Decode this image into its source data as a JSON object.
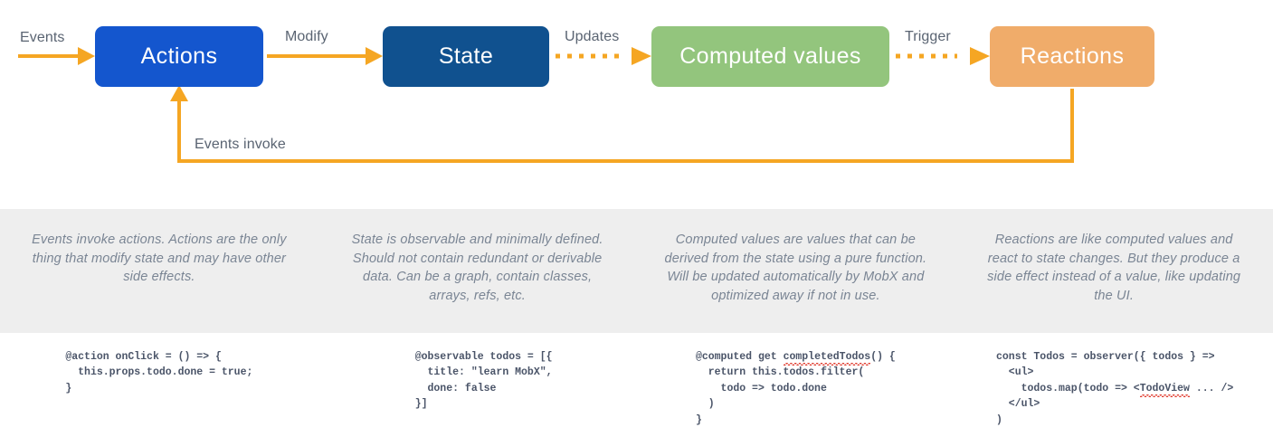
{
  "colors": {
    "actions": "#1456ce",
    "state": "#10518f",
    "computed": "#93c57d",
    "reactions": "#f0ac6a",
    "arrow": "#f5a623",
    "band_background": "#eeeeee",
    "description_text": "#7a8594",
    "edge_label_text": "#5a6472",
    "code_text": "#4a5468",
    "spellcheck_underline": "#e03c2f",
    "page_background": "#ffffff"
  },
  "flow": {
    "nodes": [
      {
        "id": "actions",
        "label": "Actions"
      },
      {
        "id": "state",
        "label": "State"
      },
      {
        "id": "computed",
        "label": "Computed values"
      },
      {
        "id": "reactions",
        "label": "Reactions"
      }
    ],
    "edges": [
      {
        "id": "events",
        "label": "Events",
        "style": "solid"
      },
      {
        "id": "modify",
        "label": "Modify",
        "style": "solid"
      },
      {
        "id": "updates",
        "label": "Updates",
        "style": "dotted"
      },
      {
        "id": "trigger",
        "label": "Trigger",
        "style": "dotted"
      },
      {
        "id": "events-invoke",
        "label": "Events invoke",
        "style": "solid"
      }
    ]
  },
  "descriptions": [
    {
      "id": "actions",
      "text": "Events invoke actions. Actions are the only thing that modify state and may have other side effects."
    },
    {
      "id": "state",
      "text": "State is observable and minimally defined. Should not contain redundant or derivable data. Can be a graph, contain classes, arrays, refs, etc."
    },
    {
      "id": "computed",
      "text": "Computed values are values that can be derived from the state using a pure function. Will be updated automatically by MobX and optimized away if not in use."
    },
    {
      "id": "reactions",
      "text": "Reactions are like computed values and react to state changes. But they produce a side effect instead of a value, like updating the UI."
    }
  ],
  "code_samples": [
    {
      "id": "actions",
      "code": "@action onClick = () => {\n  this.props.todo.done = true;\n}"
    },
    {
      "id": "state",
      "code": "@observable todos = [{\n  title: \"learn MobX\",\n  done: false\n}]"
    },
    {
      "id": "computed",
      "prefix": "@computed get ",
      "misspelled": "completedTodos",
      "suffix": "() {\n  return this.todos.filter(\n    todo => todo.done\n  )\n}"
    },
    {
      "id": "reactions",
      "prefix": "const Todos = observer({ todos } =>\n  <ul>\n    todos.map(todo => <",
      "misspelled": "TodoView",
      "suffix": " ... />\n  </ul>\n)"
    }
  ]
}
